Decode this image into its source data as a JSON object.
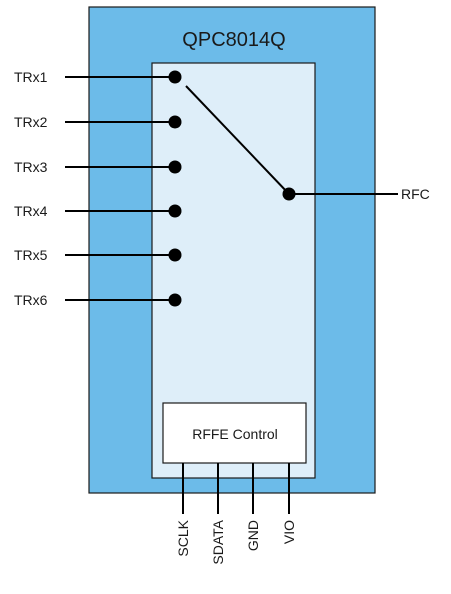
{
  "chip": {
    "part_number": "QPC8014Q",
    "package_color": "#6cbbe9",
    "die_color": "#deeef9"
  },
  "ports": [
    "TRx1",
    "TRx2",
    "TRx3",
    "TRx4",
    "TRx5",
    "TRx6"
  ],
  "common_port": "RFC",
  "switch": {
    "connected_port": "TRx1"
  },
  "control": {
    "label": "RFFE Control",
    "pins": [
      "SCLK",
      "SDATA",
      "GND",
      "VIO"
    ]
  }
}
